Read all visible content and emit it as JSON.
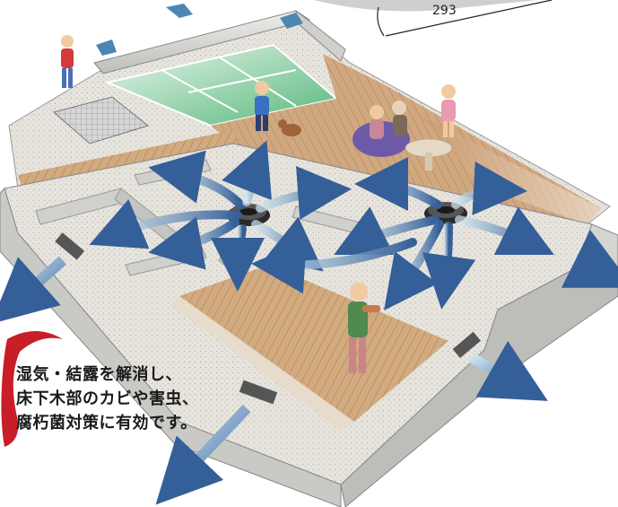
{
  "dimension": {
    "value": "293"
  },
  "caption": {
    "lines": [
      "湿気・結露を解消し、",
      "床下木部のカビや害虫、",
      "腐朽菌対策に有効です。"
    ]
  },
  "colors": {
    "concrete": "#d9d9d6",
    "gravel": "#e6e3dd",
    "wood_deck": "#c89a6e",
    "lawn": "#7fc79a",
    "airflow": "#5d8fb8",
    "accent_red": "#c81e28"
  }
}
